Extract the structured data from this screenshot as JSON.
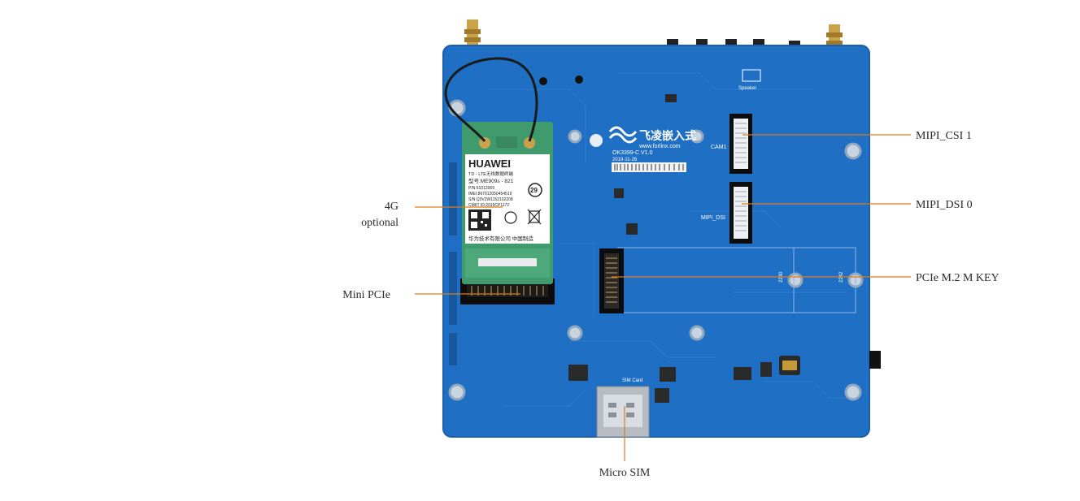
{
  "callouts": {
    "mipi_csi1": "MIPI_CSI 1",
    "mipi_dsi0": "MIPI_DSI 0",
    "pcie_m2": "PCIe M.2 M KEY",
    "fourg_line1": "4G",
    "fourg_line2": "optional",
    "mini_pcie": "Mini PCIe",
    "micro_sim": "Micro SIM"
  },
  "board": {
    "brand_cn": "飞凌嵌入式",
    "brand_url": "www.forlinx.com",
    "model": "OK3399-C V1.0",
    "date": "2019-11-26",
    "cam_label": "CAM1",
    "dsi_label": "MIPI_DSI",
    "sim_label": "SIM Card",
    "speaker_label": "Speaker",
    "m2_mark_a": "2230",
    "m2_mark_b": "2242"
  },
  "module": {
    "brand": "HUAWEI",
    "line1": "TD - LTE无线数据终端",
    "line2": "型号:ME909s - 821",
    "line3": "P/N:51012069",
    "line4": "IMEI:867012050454519",
    "line5": "S/N:Q3V2W1152102208",
    "line6": "CMIIT ID:2015CP1172",
    "badge": "29",
    "footer": "华为技术有限公司  中国制造"
  },
  "colors": {
    "board": "#1f6fc4",
    "board_edge": "#1a5fae",
    "callout_line": "#e07b1a",
    "module_green": "#3f9b6b",
    "label_text": "#2b2b2b"
  }
}
